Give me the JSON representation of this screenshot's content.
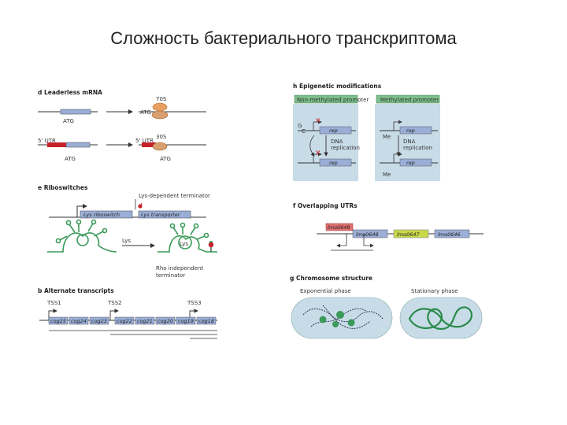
{
  "title": "Сложность бактериального транскриптома",
  "panel_d": {
    "header": "d Leaderless mRNA",
    "r70": "70S",
    "atg1": "ATG",
    "atg_ribo": "ATG",
    "utr": "5' UTR",
    "r30": "30S",
    "utr2": "5' UTR",
    "atg2": "ATG",
    "atg3": "ATG"
  },
  "panel_e": {
    "header": "e Riboswitches",
    "lys_term": "Lys-dependent terminator",
    "lys_riboswitch": "Lys riboswitch",
    "lys_transporter": "Lys transporter",
    "lys_arrow": "Lys",
    "lys_center": "Lys",
    "rho1": "Rho independent",
    "rho2": "terminator"
  },
  "panel_b": {
    "header": "b Alternate transcripts",
    "tss": [
      "TSS1",
      "TSS2",
      "TSS3"
    ],
    "genes": [
      "cog25",
      "cog24",
      "cog23",
      "cog22",
      "cog21",
      "cog20",
      "cog19",
      "cog18"
    ]
  },
  "panel_h": {
    "header": "h Epigenetic modifications",
    "nonmeth": "Non-methylated promoter",
    "meth": "Methylated promoter",
    "rep": "rep",
    "rep2": "rep",
    "rep3": "rep",
    "rep4": "rep",
    "dna1": "DNA",
    "rep_l1": "replication",
    "dna2": "DNA",
    "rep_l2": "replication",
    "me1": "Me",
    "me2": "Me",
    "g": "G",
    "c": "C"
  },
  "panel_f": {
    "header": "f Overlapping UTRs",
    "genes": [
      "lmo0649",
      "lmo0648",
      "lmo0647",
      "lmo0646"
    ]
  },
  "panel_g": {
    "header": "g Chromosome structure",
    "exp": "Exponential phase",
    "stat": "Stationary phase"
  },
  "colors": {
    "gene_blue": "#9aaed6",
    "panel_bg": "#c8dce8",
    "rna_green": "#3a9a5a",
    "red": "#c8202a",
    "ribo_orange": "#e8a060"
  }
}
